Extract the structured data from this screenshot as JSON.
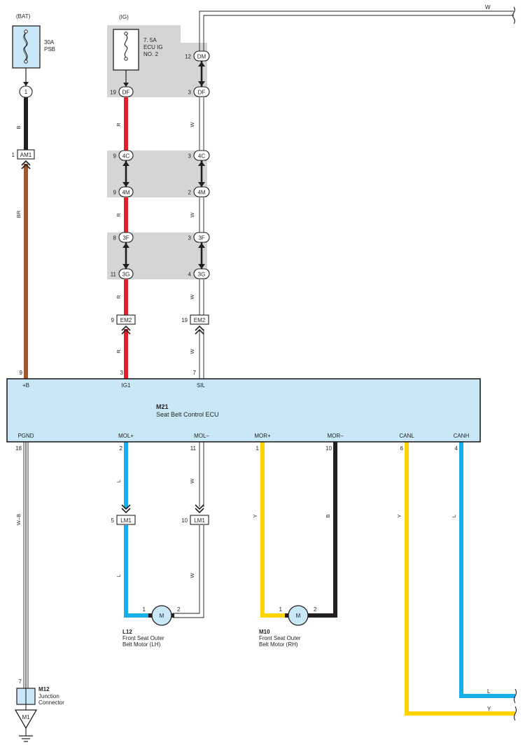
{
  "colors": {
    "wire_B": "#231f20",
    "wire_BR": "#a6552a",
    "wire_R": "#e2202b",
    "wire_W": "#ffffff",
    "wire_L": "#18aee8",
    "wire_Y": "#ffd400",
    "ecu_fill": "#c8e7f7",
    "splice_shade": "#d4d5d6"
  },
  "power": {
    "bat": {
      "label": "(BAT)",
      "fuse_amp": "30A",
      "fuse_name": "PSB"
    },
    "ig": {
      "label": "(IG)",
      "fuse_line1": "7. 5A",
      "fuse_line2": "ECU IG",
      "fuse_line3": "NO. 2"
    }
  },
  "wire_codes": {
    "B": "B",
    "BR": "BR",
    "R": "R",
    "W": "W",
    "L": "L",
    "Y": "Y",
    "WB": "W–B"
  },
  "connectors": {
    "bat_1": {
      "pin": "",
      "name": "1"
    },
    "am1": {
      "pin": "1",
      "name": "AM1"
    },
    "df_19": {
      "pin": "19",
      "name": "DF"
    },
    "df_3": {
      "pin": "3",
      "name": "DF"
    },
    "dm_12": {
      "pin": "12",
      "name": "DM"
    },
    "c4c_9": {
      "pin": "9",
      "name": "4C"
    },
    "c4c_3": {
      "pin": "3",
      "name": "4C"
    },
    "c4m_9": {
      "pin": "9",
      "name": "4M"
    },
    "c4m_2": {
      "pin": "2",
      "name": "4M"
    },
    "c3f_8": {
      "pin": "8",
      "name": "3F"
    },
    "c3f_3": {
      "pin": "3",
      "name": "3F"
    },
    "c3g_11": {
      "pin": "11",
      "name": "3G"
    },
    "c3g_4": {
      "pin": "4",
      "name": "3G"
    },
    "em2_9": {
      "pin": "9",
      "name": "EM2"
    },
    "em2_19": {
      "pin": "19",
      "name": "EM2"
    },
    "lm1_5": {
      "pin": "5",
      "name": "LM1"
    },
    "lm1_10": {
      "pin": "10",
      "name": "LM1"
    }
  },
  "ecu": {
    "code": "M21",
    "name": "Seat Belt Control ECU",
    "top_pins": [
      {
        "num": "9",
        "label": "+B"
      },
      {
        "num": "3",
        "label": "IG1"
      },
      {
        "num": "7",
        "label": "SIL"
      }
    ],
    "bottom_pins": [
      {
        "num": "18",
        "label": "PGND"
      },
      {
        "num": "2",
        "label": "MOL+"
      },
      {
        "num": "11",
        "label": "MOL–"
      },
      {
        "num": "1",
        "label": "MOR+"
      },
      {
        "num": "10",
        "label": "MOR–"
      },
      {
        "num": "6",
        "label": "CANL"
      },
      {
        "num": "4",
        "label": "CANH"
      }
    ]
  },
  "motors": {
    "lh": {
      "code": "L12",
      "line1": "Front Seat Outer",
      "line2": "Belt Motor (LH)",
      "symbol": "M",
      "pin1": "1",
      "pin2": "2"
    },
    "rh": {
      "code": "M10",
      "line1": "Front Seat Outer",
      "line2": "Belt Motor (RH)",
      "symbol": "M",
      "pin1": "1",
      "pin2": "2"
    }
  },
  "junction": {
    "code": "M12",
    "line1": "Junction",
    "line2": "Connector",
    "pin": "7"
  },
  "ground": {
    "label": "M1"
  },
  "offpage": {
    "top_w": "W",
    "canh_l": "L",
    "canl_y": "Y"
  }
}
